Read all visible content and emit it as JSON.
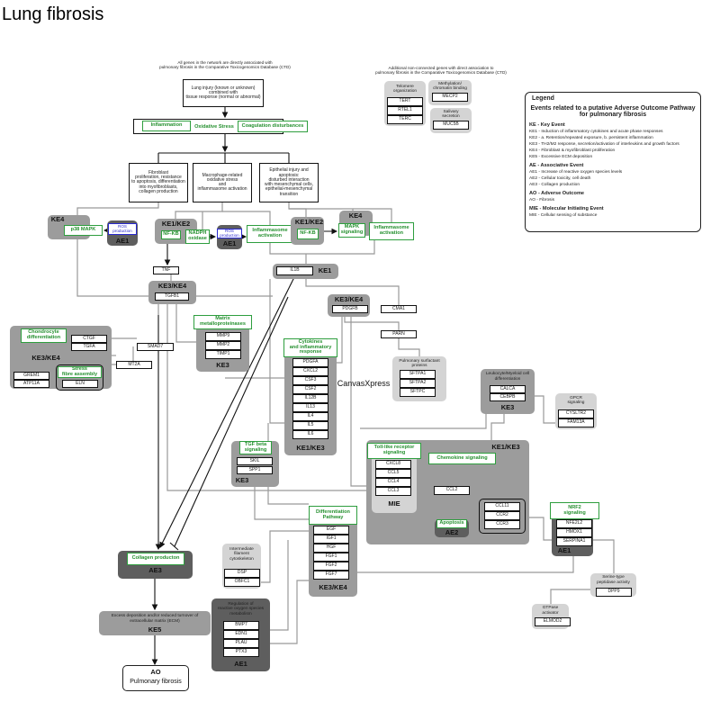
{
  "title": "Lung fibrosis",
  "watermark": "CanvasXpress",
  "notes": {
    "ctd_connected": "All genes in the network are directly associated with\npulmonary fibrosis in the Comparative Toxicogenomics Database (CTD)",
    "ctd_unconnected": "Additional non-connected genes with direct association to\npulmonary fibrosis in the Comparative Toxicogenomics Database (CTD)"
  },
  "nodes": {
    "lung_injury": "Lung injury (known or unknown)\ncombined with\ntissue response (normal or abnormal)",
    "inflammation": "Inflammation",
    "oxidative_stress": "Oxidative Stress",
    "coagulation": "Coagulation disturbances",
    "fibroblast": "Fibroblast\nproliferation, resistance\nto apoptosis, differentiation\ninto myofibroblasts,\ncollagen production",
    "macrophage": "Macrophage-related\noxidative stress\nand\ninflammasome activation",
    "epithelial": "Epithelial injury and\napoptosis:\ndisturbed interaction\nwith mesenchymal cells,\nepithelial-mesenchymal\ntransition",
    "telomere_label": "Telomere\norganization",
    "TERT": "TERT",
    "RTEL1": "RTEL1",
    "TERC": "TERC",
    "methylation_label": "Methylation/\nchromatin binding",
    "MECP2": "MECP2",
    "salivary_label": "Salivary\nsecretion",
    "MUC5B": "MUC5B",
    "ke4_a_label": "KE4",
    "p38": "p38 MAPK",
    "ros_a": "ROS\nproduction",
    "ae1_a_label": "AE1",
    "ke12_a_label": "KE1/KE2",
    "nfkb_a": "NF-KB",
    "nadph": "NADPH\noxidase",
    "ros_b": "ROS\nproduction",
    "ae1_b_label": "AE1",
    "inflammasome_a": "Inflammasome\nactivation",
    "ke12_b_label": "KE1/KE2",
    "nfkb_b": "NF-KB",
    "ke4_b_label": "KE4",
    "mapk": "MAPK\nsignaling",
    "inflammasome_b": "Inflammasome\nactivation",
    "TNF": "TNF",
    "ke34_a_label": "KE3/KE4",
    "TGFB1": "TGFB1",
    "IL1B": "IL1B",
    "ke1_label": "KE1",
    "ke34_b_label": "KE3/KE4",
    "PDGFB": "PDGFB",
    "CMA1": "CMA1",
    "PARN": "PARN",
    "surfactant_label": "Pulmonary surfactant\nproteins",
    "SFTPA1": "SFTPA1",
    "SFTPA2": "SFTPA2",
    "SFTPC": "SFTPC",
    "chondrocyte": "Chondrocyte\ndifferentiation",
    "CTGF": "CTGF",
    "TGFA": "TGFA",
    "ke34_c_label": "KE3/KE4",
    "GREM1": "GREM1",
    "ATP11A": "ATP11A",
    "stress_fibre": "Stress\nfibre assembly",
    "ELN": "ELN",
    "SMAD7": "SMAD7",
    "MT2A": "MT2A",
    "mmp_label": "Matrix\nmetalloproteinases",
    "MMP9": "MMP9",
    "MMP2": "MMP2",
    "TIMP1": "TIMP1",
    "ke3_mmp_label": "KE3",
    "cytokines": "Cytokines\nand inflammatory\nresponse",
    "PDGFA": "PDGFA",
    "CXCL2": "CXCL2",
    "CSF3": "CSF3",
    "CSF2": "CSF2",
    "IL12B": "IL12B",
    "IL13": "IL13",
    "IL4": "IL4",
    "IL5": "IL5",
    "IL6": "IL6",
    "ke13_a_label": "KE1/KE3",
    "leukocyte_label": "Leukocyte/Myeloid cell\ndifferentiation",
    "CALCA": "CALCA",
    "CEBPB": "CEBPB",
    "ke3_leuk_label": "KE3",
    "gpcr_label": "GPCR\nsignaling",
    "CYSLTR2": "CYSLTR2",
    "FAM13A": "FAM13A",
    "tgfbeta": "TGF beta\nsignaling",
    "SKIL": "SKIL",
    "SPP1": "SPP1",
    "ke3_tgf_label": "KE3",
    "ke13_b_label": "KE1/KE3",
    "tlr": "Toll-like receptor\nsignaling",
    "CXCL8": "CXCL8",
    "CCL5": "CCL5",
    "CCL4": "CCL4",
    "CCL3": "CCL3",
    "mie_label": "MIE",
    "chemokine": "Chemokine signaling",
    "CCL2": "CCL2",
    "CCL11": "CCL11",
    "CCR2": "CCR2",
    "CCR3": "CCR3",
    "apoptosis": "Apoptosis",
    "ae2_label": "AE2",
    "nrf2": "NRF2\nsignaling",
    "NFE2L2": "NFE2L2",
    "HMOX1": "HMOX1",
    "SERPINA1": "SERPINA1",
    "ae1_nrf2_label": "AE1",
    "differentiation": "Differentiation\nPathway",
    "EGF": "EGF",
    "IGF1": "IGF1",
    "HGF": "HGF",
    "FGF1": "FGF1",
    "FGF2": "FGF2",
    "FGF7": "FGF7",
    "ke34_d_label": "KE3/KE4",
    "filament_label": "Intermediate\nfilament\ncytoskeleton",
    "DSP": "DSP",
    "OBFC1": "OBFC1",
    "serine_label": "Serine-type\npeptidase activity",
    "DPP9": "DPP9",
    "gtpase_label": "GTPase\nactivator",
    "ELMOD2": "ELMOD2",
    "collagen": "Collagen producton",
    "ae3_label": "AE3",
    "ecm": "Excess deposition and/or reduced turnover of\nextracellular matrix (ECM)",
    "ke5_label": "KE5",
    "ao_label": "AO",
    "ao_text": "Pulmonary fibrosis",
    "ros_reg_label": "Regulation of\nreactive oxygen species\nmetabolism",
    "BMP7": "BMP7",
    "EDN1": "EDN1",
    "PLAU": "PLAU",
    "PTX3": "PTX3",
    "ae1_ros_label": "AE1"
  },
  "legend": {
    "title": "Legend",
    "subtitle": "Events related to a putative Adverse Outcome Pathway for pulmonary fibrosis",
    "sections": [
      {
        "heading": "KE - Key Event",
        "items": [
          "KE1 - Induction of inflammatory cytokines and acute phase responses",
          "KE2 - a. Retention/repeated exposure, b. persistent inflammation",
          "KE3 - TH2/M2 response, secretion/activation of interleukins and growth factors",
          "KE4 - Fibroblast & myofibroblast proliferation",
          "KE5 - Excessive ECM deposition"
        ]
      },
      {
        "heading": "AE - Associative Event",
        "items": [
          "AE1 - Increase of reactive oxygen species levels",
          "AE2 - Cellular toxicity, cell death",
          "AE3 - Collagen production"
        ]
      },
      {
        "heading": "AO - Adverse Outcome",
        "items": [
          "AO - Fibrosis"
        ]
      },
      {
        "heading": "MIE - Molecular Initiating Event",
        "items": [
          "MIE - Cellular sensing of substance"
        ]
      }
    ]
  },
  "colors": {
    "event_green": "#2e9e3e",
    "ros_blue": "#2a2ad0",
    "ke_gray": "#9c9c9c",
    "ae_dark": "#5e5e5e",
    "module_light": "#d4d4d4"
  }
}
